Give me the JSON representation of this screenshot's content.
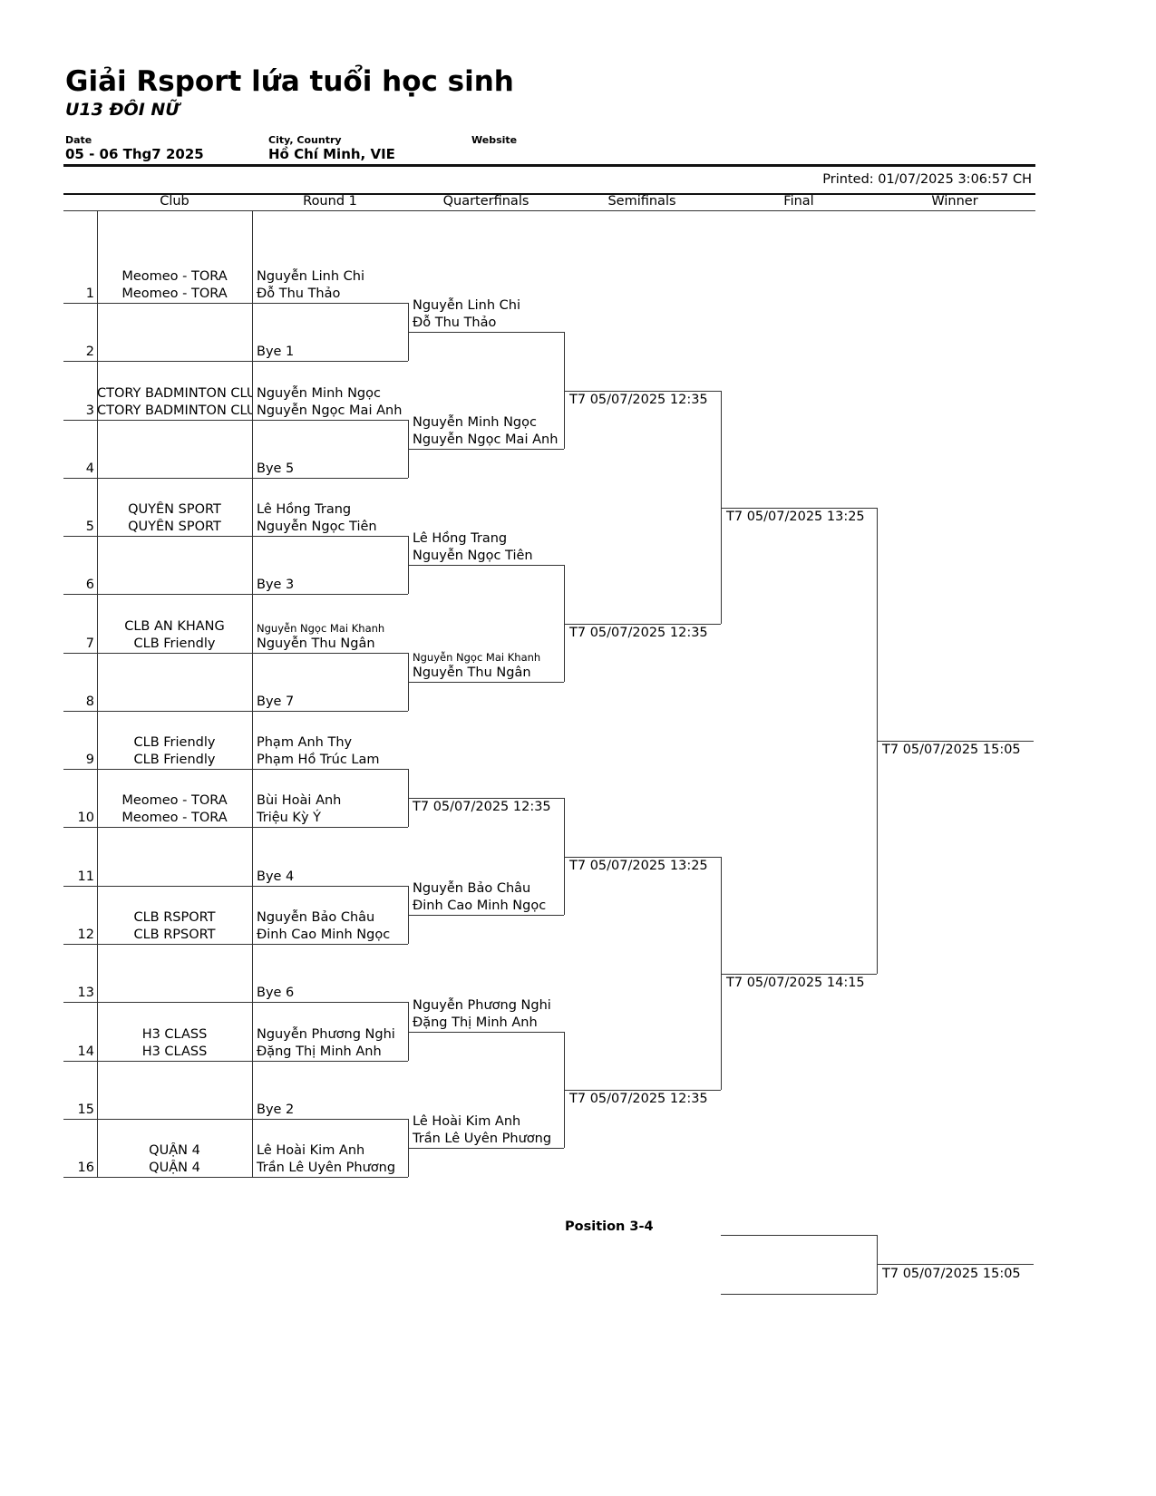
{
  "header": {
    "title": "Giải Rsport lứa tuổi học sinh",
    "subtitle": "U13 ĐÔI NỮ",
    "date_label": "Date",
    "date_value": "05 - 06 Thg7 2025",
    "city_label": "City, Country",
    "city_value": "Hồ Chí Minh, VIE",
    "website_label": "Website",
    "printed": "Printed: 01/07/2025 3:06:57 CH"
  },
  "columns": [
    "Club",
    "Round 1",
    "Quarterfinals",
    "Semifinals",
    "Final",
    "Winner"
  ],
  "draw": [
    {
      "no": "1",
      "club": [
        "Meomeo - TORA",
        "Meomeo - TORA"
      ],
      "players": [
        "Nguyễn Linh Chi",
        "Đỗ Thu Thảo"
      ]
    },
    {
      "no": "2",
      "club": [
        "",
        ""
      ],
      "players": [
        "",
        "Bye 1"
      ]
    },
    {
      "no": "3",
      "club": [
        "CTORY BADMINTON CLU",
        "CTORY BADMINTON CLU"
      ],
      "players": [
        "Nguyễn Minh Ngọc",
        "Nguyễn Ngọc Mai Anh"
      ]
    },
    {
      "no": "4",
      "club": [
        "",
        ""
      ],
      "players": [
        "",
        "Bye 5"
      ]
    },
    {
      "no": "5",
      "club": [
        "QUYỀN SPORT",
        "QUYỀN SPORT"
      ],
      "players": [
        "Lê Hồng Trang",
        "Nguyễn Ngọc Tiên"
      ]
    },
    {
      "no": "6",
      "club": [
        "",
        ""
      ],
      "players": [
        "",
        "Bye 3"
      ]
    },
    {
      "no": "7",
      "club": [
        "CLB AN KHANG",
        "CLB Friendly"
      ],
      "players": [
        "Nguyễn Ngọc Mai Khanh",
        "Nguyễn Thu Ngân"
      ]
    },
    {
      "no": "8",
      "club": [
        "",
        ""
      ],
      "players": [
        "",
        "Bye 7"
      ]
    },
    {
      "no": "9",
      "club": [
        "CLB Friendly",
        "CLB Friendly"
      ],
      "players": [
        "Phạm Anh Thy",
        "Phạm Hồ Trúc Lam"
      ]
    },
    {
      "no": "10",
      "club": [
        "Meomeo - TORA",
        "Meomeo - TORA"
      ],
      "players": [
        "Bùi Hoài Anh",
        "Triệu Kỳ Ý"
      ]
    },
    {
      "no": "11",
      "club": [
        "",
        ""
      ],
      "players": [
        "",
        "Bye 4"
      ]
    },
    {
      "no": "12",
      "club": [
        "CLB RSPORT",
        "CLB RPSORT"
      ],
      "players": [
        "Nguyễn Bảo Châu",
        "Đinh Cao Minh Ngọc"
      ]
    },
    {
      "no": "13",
      "club": [
        "",
        ""
      ],
      "players": [
        "",
        "Bye 6"
      ]
    },
    {
      "no": "14",
      "club": [
        "H3 CLASS",
        "H3 CLASS"
      ],
      "players": [
        "Nguyễn Phương Nghi",
        "Đặng Thị Minh Anh"
      ]
    },
    {
      "no": "15",
      "club": [
        "",
        ""
      ],
      "players": [
        "",
        "Bye 2"
      ]
    },
    {
      "no": "16",
      "club": [
        "QUẬN 4",
        "QUẬN 4"
      ],
      "players": [
        "Lê Hoài Kim Anh",
        "Trần Lê Uyên Phương"
      ]
    }
  ],
  "quarterfinals": [
    {
      "lines": [
        "Nguyễn Linh Chi",
        "Đỗ Thu Thảo"
      ]
    },
    {
      "lines": [
        "Nguyễn Minh Ngọc",
        "Nguyễn Ngọc Mai Anh"
      ]
    },
    {
      "lines": [
        "Lê Hồng Trang",
        "Nguyễn Ngọc Tiên"
      ]
    },
    {
      "lines": [
        "Nguyễn Ngọc Mai Khanh",
        "Nguyễn Thu Ngân"
      ]
    },
    {
      "time": "T7 05/07/2025 12:35"
    },
    {
      "lines": [
        "Nguyễn Bảo Châu",
        "Đinh Cao Minh Ngọc"
      ]
    },
    {
      "lines": [
        "Nguyễn Phương Nghi",
        "Đặng Thị Minh Anh"
      ]
    },
    {
      "lines": [
        "Lê Hoài Kim Anh",
        "Trần Lê Uyên Phương"
      ]
    }
  ],
  "semifinals": [
    {
      "time": "T7 05/07/2025 12:35"
    },
    {
      "time": "T7 05/07/2025 12:35"
    },
    {
      "time": "T7 05/07/2025 13:25"
    },
    {
      "time": "T7 05/07/2025 12:35"
    }
  ],
  "final": [
    {
      "time": "T7 05/07/2025 13:25"
    },
    {
      "time": "T7 05/07/2025 14:15"
    }
  ],
  "winner": {
    "time": "T7 05/07/2025 15:05"
  },
  "third_place": {
    "label": "Position 3-4",
    "time": "T7 05/07/2025 15:05"
  }
}
